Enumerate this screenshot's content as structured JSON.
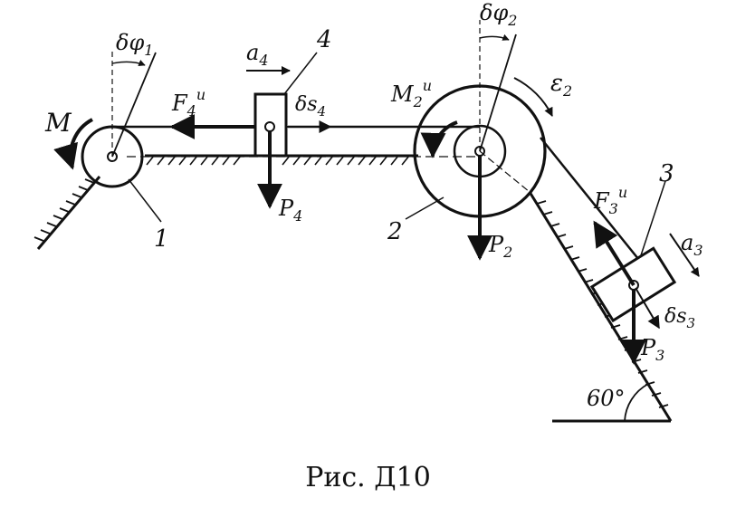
{
  "caption": "Рис. Д10",
  "angle_label": "60°",
  "colors": {
    "ink": "#111111",
    "paper": "#ffffff"
  },
  "bodies": {
    "wheel_1": "1",
    "wheel_2": "2",
    "block_3": "3",
    "block_4": "4"
  },
  "labels": {
    "torque": "M",
    "virtual_rotation_1": {
      "symbol": "δφ",
      "sub": "1"
    },
    "virtual_rotation_2": {
      "symbol": "δφ",
      "sub": "2"
    },
    "inertia_force_4": {
      "symbol": "F",
      "sub": "4",
      "sup": "и"
    },
    "acceleration_4": {
      "symbol": "a",
      "sub": "4"
    },
    "virtual_disp_4": {
      "symbol": "δs",
      "sub": "4"
    },
    "weight_4": {
      "symbol": "P",
      "sub": "4"
    },
    "inertia_moment_2": {
      "symbol": "M",
      "sub": "2",
      "sup": "и"
    },
    "angular_accel_2": {
      "symbol": "ε",
      "sub": "2"
    },
    "weight_2": {
      "symbol": "P",
      "sub": "2"
    },
    "inertia_force_3": {
      "symbol": "F",
      "sub": "3",
      "sup": "и"
    },
    "acceleration_3": {
      "symbol": "a",
      "sub": "3"
    },
    "virtual_disp_3": {
      "symbol": "δs",
      "sub": "3"
    },
    "weight_3": {
      "symbol": "P",
      "sub": "3"
    }
  }
}
